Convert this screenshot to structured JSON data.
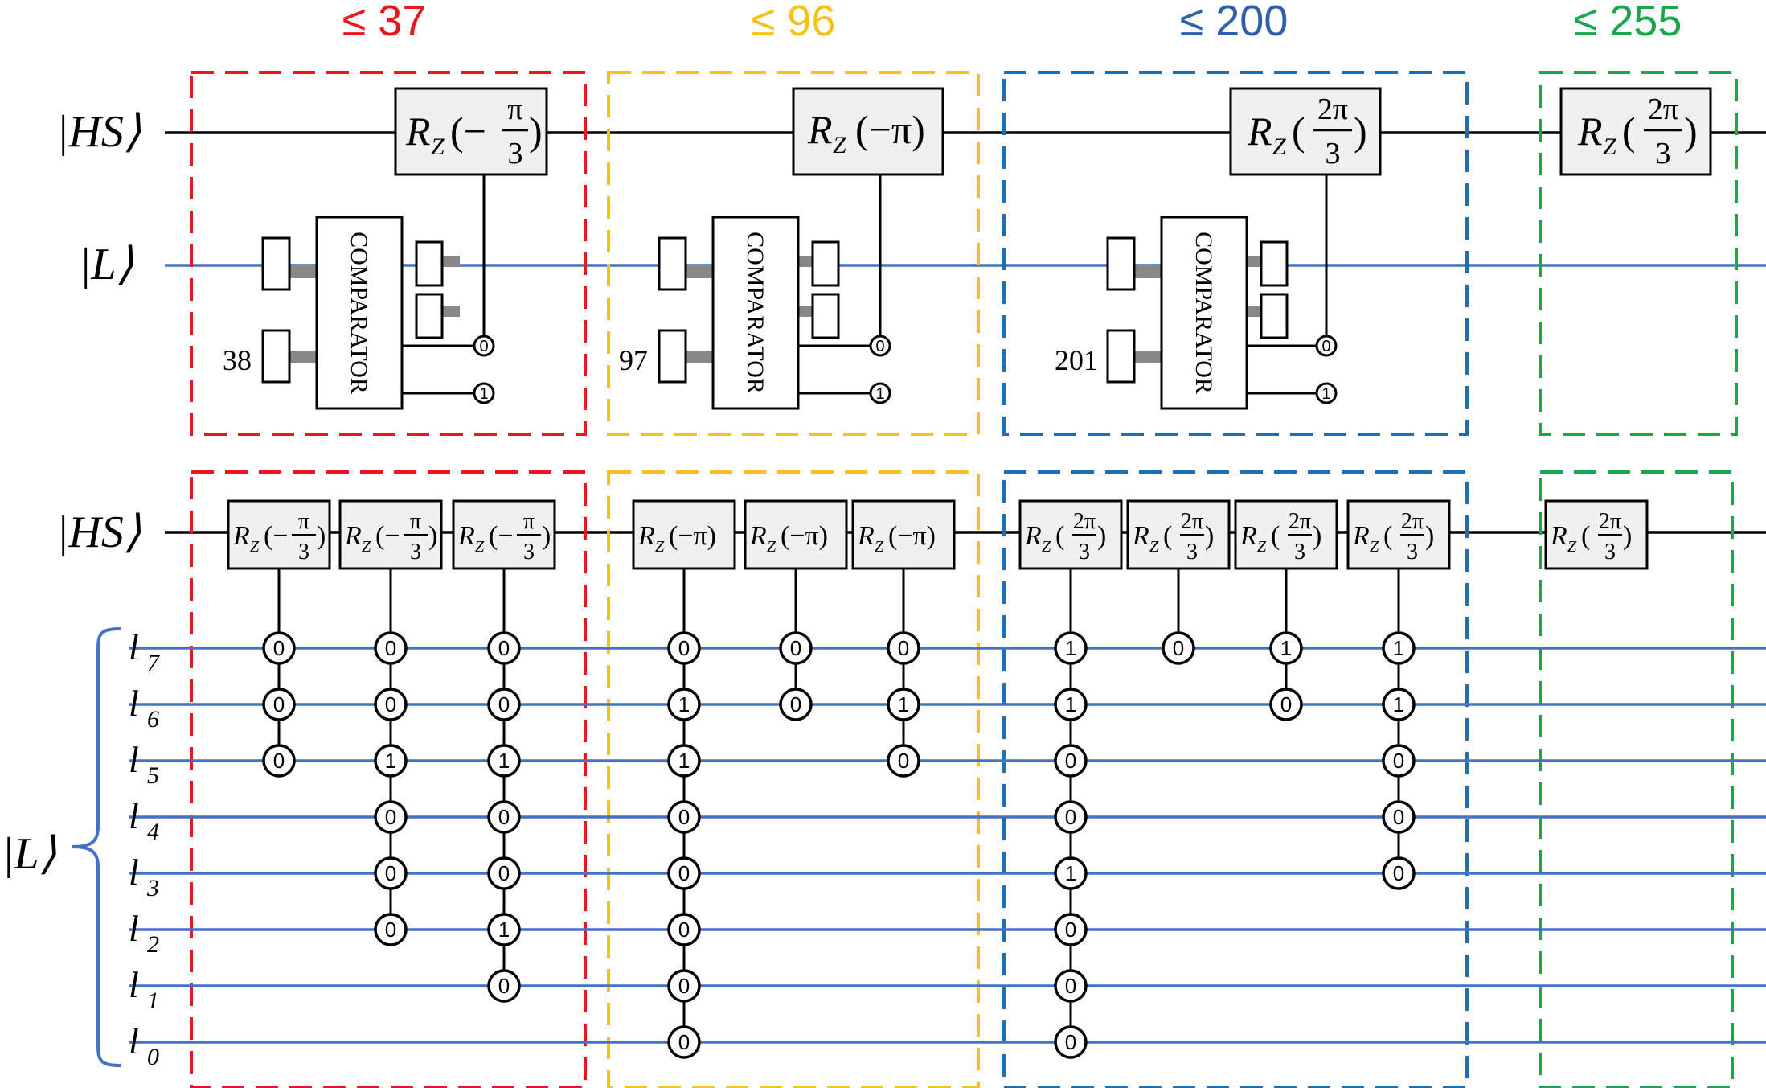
{
  "headers": [
    {
      "text": "≤ 37",
      "color": "#E8191E"
    },
    {
      "text": "≤ 96",
      "color": "#F5C11A"
    },
    {
      "text": "≤ 200",
      "color": "#2E5FA8"
    },
    {
      "text": "≤ 255",
      "color": "#1AA64B"
    }
  ],
  "colors": {
    "red_box": "#E8191E",
    "yellow_box": "#F5C11A",
    "blue_box": "#1F6DB3",
    "green_box": "#1AA64B",
    "wire_blue": "#4472C4",
    "gate_fill": "#F0F0F0",
    "comparator_arrow": "#888888"
  },
  "labels": {
    "hs_ket": "|HS⟩",
    "l_ket": "|L⟩",
    "qubits": [
      {
        "base": "l",
        "sub": "7"
      },
      {
        "base": "l",
        "sub": "6"
      },
      {
        "base": "l",
        "sub": "5"
      },
      {
        "base": "l",
        "sub": "4"
      },
      {
        "base": "l",
        "sub": "3"
      },
      {
        "base": "l",
        "sub": "2"
      },
      {
        "base": "l",
        "sub": "1"
      },
      {
        "base": "l",
        "sub": "0"
      }
    ]
  },
  "top_circuit": {
    "comparator_text": "COMPARATOR",
    "gates": [
      {
        "r": "R",
        "z": "Z",
        "open": "(−",
        "num": "π",
        "den": "3",
        "close": ")"
      },
      {
        "r": "R",
        "z": "Z",
        "open": "(−π)"
      },
      {
        "r": "R",
        "z": "Z",
        "open": "(",
        "num": "2π",
        "den": "3",
        "close": ")"
      },
      {
        "r": "R",
        "z": "Z",
        "open": "(",
        "num": "2π",
        "den": "3",
        "close": ")"
      }
    ],
    "thresholds": [
      "38",
      "97",
      "201"
    ],
    "controls": [
      "0",
      "1"
    ]
  },
  "bottom_circuit": {
    "gate_red": {
      "r": "R",
      "z": "Z",
      "open": "(−",
      "num": "π",
      "den": "3",
      "close": ")"
    },
    "gate_yellow": {
      "r": "R",
      "z": "Z",
      "open": "(−π)"
    },
    "gate_blue": {
      "r": "R",
      "z": "Z",
      "open": "(",
      "num": "2π",
      "den": "3",
      "close": ")"
    },
    "columns": [
      {
        "group": "red",
        "controls": [
          "0",
          "0",
          "0",
          null,
          null,
          null,
          null,
          null
        ]
      },
      {
        "group": "red",
        "controls": [
          "0",
          "0",
          "1",
          "0",
          "0",
          "0",
          null,
          null
        ]
      },
      {
        "group": "red",
        "controls": [
          "0",
          "0",
          "1",
          "0",
          "0",
          "1",
          "0",
          null
        ]
      },
      {
        "group": "yellow",
        "controls": [
          "0",
          "1",
          "1",
          "0",
          "0",
          "0",
          "0",
          "0"
        ]
      },
      {
        "group": "yellow",
        "controls": [
          "0",
          "0",
          null,
          null,
          null,
          null,
          null,
          null
        ]
      },
      {
        "group": "yellow",
        "controls": [
          "0",
          "1",
          "0",
          null,
          null,
          null,
          null,
          null
        ]
      },
      {
        "group": "blue",
        "controls": [
          "1",
          "1",
          "0",
          "0",
          "1",
          "0",
          "0",
          "0"
        ]
      },
      {
        "group": "blue",
        "controls": [
          "0",
          null,
          null,
          null,
          null,
          null,
          null,
          null
        ]
      },
      {
        "group": "blue",
        "controls": [
          "1",
          "0",
          null,
          null,
          null,
          null,
          null,
          null
        ]
      },
      {
        "group": "blue",
        "controls": [
          "1",
          "1",
          "0",
          "0",
          "0",
          null,
          null,
          null
        ]
      },
      {
        "group": "green",
        "controls": [
          null,
          null,
          null,
          null,
          null,
          null,
          null,
          null
        ]
      }
    ]
  }
}
